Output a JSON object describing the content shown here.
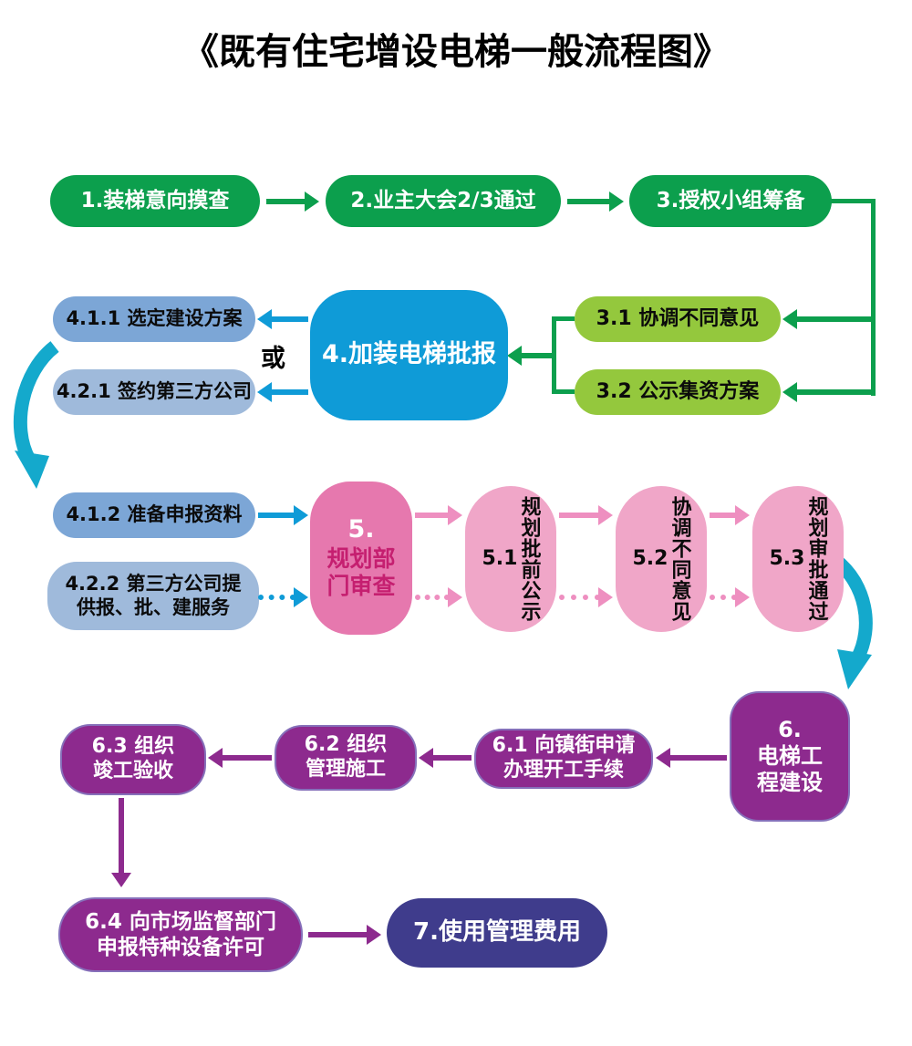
{
  "title": "《既有住宅增设电梯一般流程图》",
  "or_label": "或",
  "palette": {
    "green": "#0c9f4d",
    "lime": "#94c83d",
    "blue": "#0f9bd7",
    "steel_light": "#7ca6d6",
    "steel_muted": "#9fbadb",
    "pink_strong": "#e678ae",
    "pink_light": "#f0a6c8",
    "magenta_text": "#c51f70",
    "purple": "#8d2a8e",
    "indigo": "#3f3c8c",
    "teal_arrow": "#14a9cc"
  },
  "nodes": {
    "n1": {
      "label": "1.装梯意向摸查"
    },
    "n2": {
      "label": "2.业主大会2/3通过"
    },
    "n3": {
      "label": "3.授权小组筹备"
    },
    "n31": {
      "label": "3.1 协调不同意见"
    },
    "n32": {
      "label": "3.2 公示集资方案"
    },
    "n4": {
      "label": "4.加装电梯批报"
    },
    "n411": {
      "label": "4.1.1 选定建设方案"
    },
    "n421": {
      "label": "4.2.1 签约第三方公司"
    },
    "n412": {
      "label": "4.1.2 准备申报资料"
    },
    "n422": {
      "label": "4.2.2 第三方公司提\n供报、批、建服务"
    },
    "n5": {
      "number": "5.",
      "label": "规划部\n门审查"
    },
    "n51": {
      "number": "5.1",
      "label": "规划批前公示"
    },
    "n52": {
      "number": "5.2",
      "label": "协调不同意见"
    },
    "n53": {
      "number": "5.3",
      "label": "规划审批通过"
    },
    "n6": {
      "label": "6.\n电梯工\n程建设"
    },
    "n61": {
      "label": "6.1 向镇街申请\n办理开工手续"
    },
    "n62": {
      "label": "6.2 组织\n管理施工"
    },
    "n63": {
      "label": "6.3 组织\n竣工验收"
    },
    "n64": {
      "label": "6.4 向市场监督部门\n申报特种设备许可"
    },
    "n7": {
      "label": "7.使用管理费用"
    }
  }
}
